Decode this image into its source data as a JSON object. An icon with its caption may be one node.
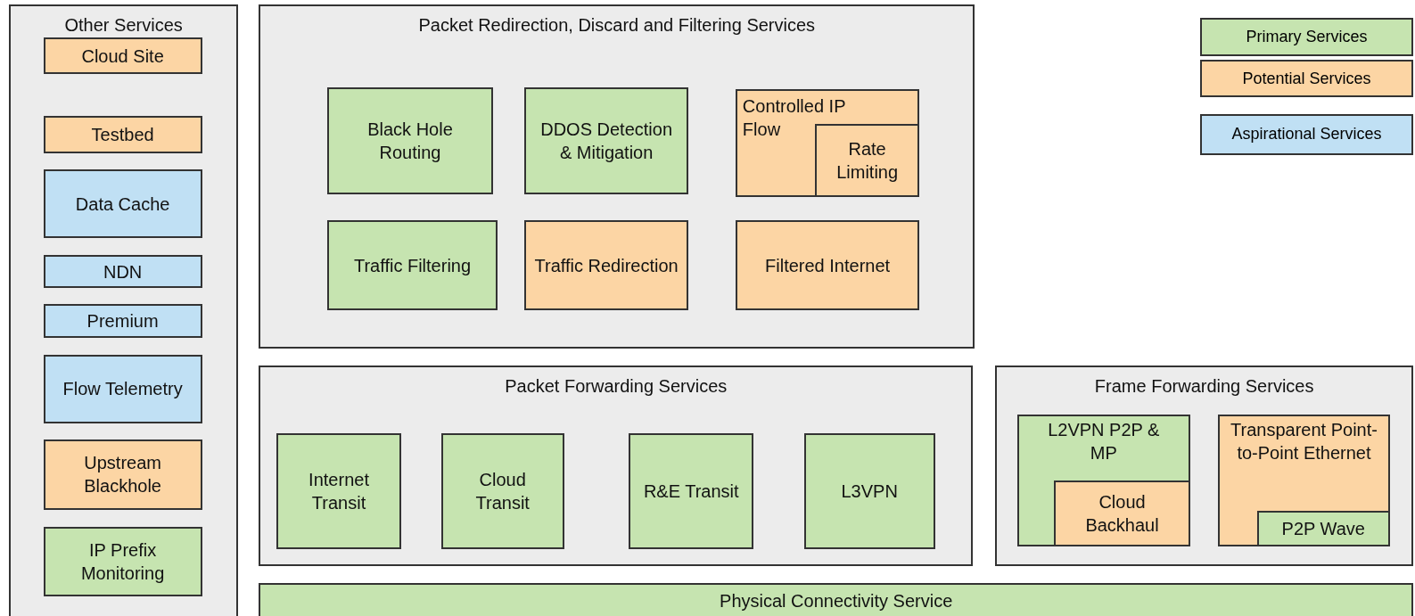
{
  "diagram": {
    "nodes": [
      {
        "text": [
          "Other Services"
        ]
      },
      {
        "text": [
          "Cloud Site"
        ],
        "in": 0
      },
      {
        "text": [
          "Testbed"
        ],
        "in": 0
      },
      {
        "text": [
          "Data Cache"
        ],
        "in": 0
      },
      {
        "text": [
          "NDN"
        ],
        "in": 0
      },
      {
        "text": [
          "Premium"
        ],
        "in": 0
      },
      {
        "text": [
          "Flow Telemetry"
        ],
        "in": 0
      },
      {
        "text": [
          "Upstream Blackhole"
        ],
        "in": 0
      },
      {
        "text": [
          "IP Prefix Monitoring"
        ],
        "in": 0
      },
      {
        "text": [
          "Packet Redirection, Discard and Filtering Services"
        ]
      },
      {
        "text": [
          "Black Hole Routing"
        ],
        "in": 9
      },
      {
        "text": [
          "DDOS Detection & Mitigation"
        ],
        "in": 9
      },
      {
        "text": [
          "Controlled IP Flow"
        ],
        "in": 9
      },
      {
        "text": [
          "Rate Limiting"
        ],
        "in": 12
      },
      {
        "text": [
          "Traffic Filtering"
        ],
        "in": 9
      },
      {
        "text": [
          "Traffic Redirection"
        ],
        "in": 9
      },
      {
        "text": [
          "Filtered Internet"
        ],
        "in": 9
      },
      {
        "text": [
          "Packet Forwarding Services"
        ]
      },
      {
        "text": [
          "Internet Transit"
        ],
        "in": 17
      },
      {
        "text": [
          "Cloud Transit"
        ],
        "in": 17
      },
      {
        "text": [
          "R&E Transit"
        ],
        "in": 17
      },
      {
        "text": [
          "L3VPN"
        ],
        "in": 17
      },
      {
        "text": [
          "Frame Forwarding Services"
        ]
      },
      {
        "text": [
          "L2VPN P2P & MP"
        ],
        "in": 22
      },
      {
        "text": [
          "Cloud Backhaul"
        ],
        "in": 23
      },
      {
        "text": [
          "Transparent Point-to-Point Ethernet"
        ],
        "in": 22
      },
      {
        "text": [
          "P2P Wave"
        ],
        "in": 25
      },
      {
        "text": [
          "Physical Connectivity Service"
        ]
      }
    ],
    "legend": [
      {
        "text": "Primary Services",
        "color": "#c6e4b0"
      },
      {
        "text": "Potential Services",
        "color": "#fcd5a4"
      },
      {
        "text": "Aspirational Services",
        "color": "#c0e0f4"
      }
    ]
  }
}
